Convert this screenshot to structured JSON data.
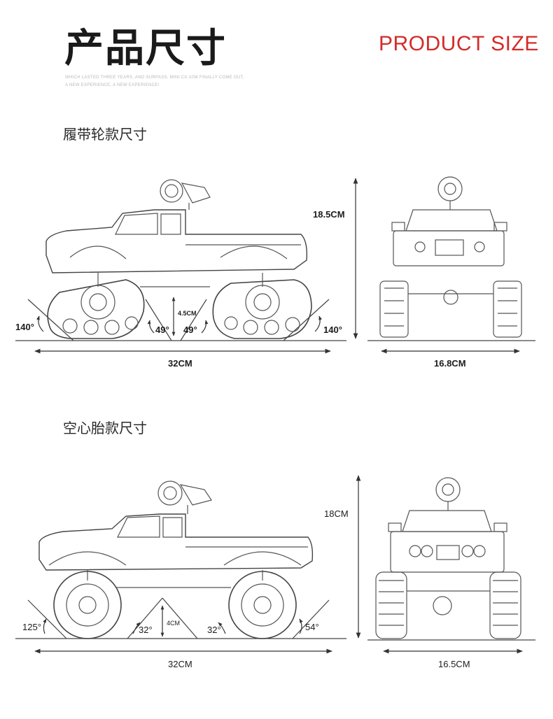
{
  "header": {
    "title_cn": "产品尺寸",
    "title_en": "PRODUCT SIZE",
    "tagline_1": "WHICH LASTED THREE YEARS, AND SURPASS, MINI CX-10W FINALLY COME OUT,",
    "tagline_2": "A NEW EXPERIENCE, A NEW EXPERIENCE!"
  },
  "track_version": {
    "title": "履带轮款尺寸",
    "height": "18.5CM",
    "length": "32CM",
    "width": "16.8CM",
    "ground_clearance": "4.5CM",
    "approach_angle": "140°",
    "departure_angle": "140°",
    "ramp_angle_left": "49°",
    "ramp_angle_right": "49°"
  },
  "tire_version": {
    "title": "空心胎款尺寸",
    "height": "18CM",
    "length": "32CM",
    "width": "16.5CM",
    "ground_clearance": "4CM",
    "approach_angle": "125°",
    "departure_angle": "54°",
    "ramp_angle_left": "32°",
    "ramp_angle_right": "32°"
  },
  "colors": {
    "accent": "#d42b2b",
    "line": "#333333"
  }
}
